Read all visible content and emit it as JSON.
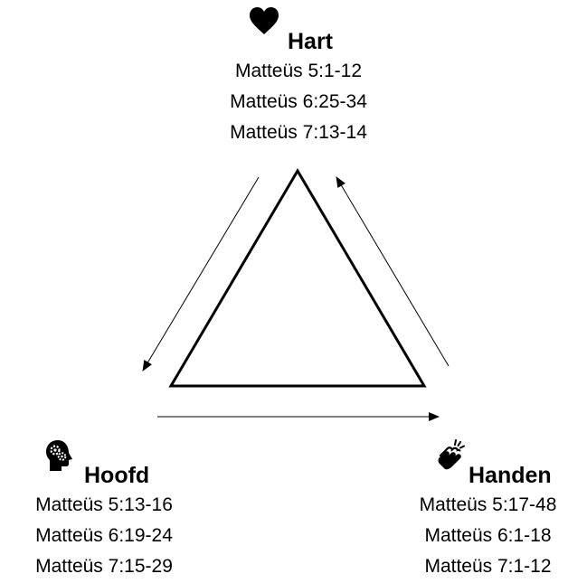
{
  "colors": {
    "stroke": "#000000",
    "background": "#ffffff"
  },
  "nodes": {
    "hart": {
      "title": "Hart",
      "icon": "heart-icon",
      "refs": [
        "Matteüs 5:1-12",
        "Matteüs 6:25-34",
        "Matteüs 7:13-14"
      ]
    },
    "hoofd": {
      "title": "Hoofd",
      "icon": "head-gears-icon",
      "refs": [
        "Matteüs 5:13-16",
        "Matteüs 6:19-24",
        "Matteüs 7:15-29"
      ]
    },
    "handen": {
      "title": "Handen",
      "icon": "clapping-hands-icon",
      "refs": [
        "Matteüs 5:17-48",
        "Matteüs 6:1-18",
        "Matteüs 7:1-12"
      ]
    }
  },
  "edges": [
    {
      "from": "hart",
      "to": "hoofd"
    },
    {
      "from": "hoofd",
      "to": "handen"
    },
    {
      "from": "handen",
      "to": "hart"
    }
  ]
}
